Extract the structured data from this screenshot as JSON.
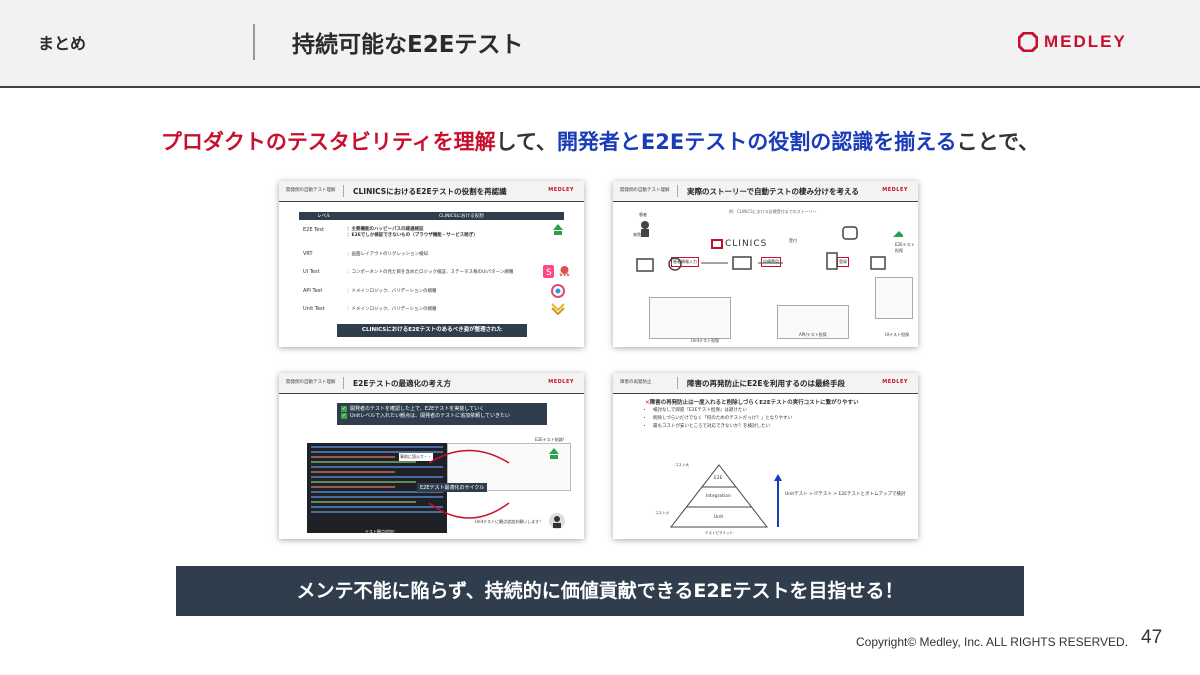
{
  "header": {
    "section": "まとめ",
    "title": "持続可能なE2Eテスト",
    "logo_text": "MEDLEY"
  },
  "headline": {
    "part1": "プロダクトのテスタビリティを理解",
    "part2": "して、",
    "part3": "開発者とE2Eテストの役割の認識を揃える",
    "part4": "ことで、"
  },
  "thumbnails": [
    {
      "section": "開発側の自動テスト理解",
      "title": "CLINICSにおけるE2Eテストの役割を再認識",
      "logo": "MEDLEY",
      "table_header": [
        "レベル",
        "CLINICSにおける役割"
      ],
      "rows": [
        {
          "level": "E2E Test",
          "desc": "：主要機能のハッピーパスの疎通検証\n：E2Eでしか検証できないもの（ブラウザ機能・サービス跨ぎ）"
        },
        {
          "level": "VRT",
          "desc": "：画面レイアウトのリグレッション検知"
        },
        {
          "level": "UI Test",
          "desc": "：コンポーネントの見た目を含めたロジック検証、ステータス毎のUIパターン網羅"
        },
        {
          "level": "API Test",
          "desc": "：ドメインロジック、バリデーションの網羅"
        },
        {
          "level": "Unit Test",
          "desc": "：ドメインロジック、バリデーションの網羅"
        }
      ],
      "banner": "CLINICSにおけるE2Eテストのあるべき姿が整理された"
    },
    {
      "section": "開発側の自動テスト理解",
      "title": "実際のストーリーで自動テストの棲み分けを考える",
      "logo": "MEDLEY",
      "subtitle": "例：CLINICSにおける診療受付までのストーリー",
      "product": "CLINICS",
      "labels": [
        "患者",
        "来院",
        "受付",
        "患者情報入力",
        "診療費用",
        "登録",
        "API/テスト担保",
        "UIテスト担保",
        "Unitテスト担保",
        "E2Eテスト担保"
      ]
    },
    {
      "section": "開発側の自動テスト理解",
      "title": "E2Eテストの最適化の考え方",
      "logo": "MEDLEY",
      "checks": [
        "開発者のテストを確認した上で、E2Eテストを実装していく",
        "Unitレベルで入れたい観点は、開発者のテストに追加依頼していきたい"
      ],
      "bubble1": "事前に読んで・・",
      "cycle": "E2Eテスト最適化のサイクル",
      "e2e_label": "E2Eテスト削減！",
      "unit_label": "Unitテストに観点追加お願いします！",
      "footer_label": "テスト観点追加！"
    },
    {
      "section": "障害の再発防止",
      "title": "障害の再発防止にE2Eを利用するのは最終手段",
      "logo": "MEDLEY",
      "lead": "障害の再発防止は一度入れると削除しづらくE2Eテストの実行コストに繋がりやすい",
      "bullets": [
        "検討なしで即座『E2Eテスト担保』は避けたい",
        "削除しづらいだけでなく「何のためのテストだっけ？」となりやすい",
        "最もコストが安いところで対応できないか？を検討したい"
      ],
      "pyramid": [
        "E2E",
        "Integration",
        "Unit"
      ],
      "axis_top": "コスト大",
      "axis_bottom": "コスト小",
      "axis_x": "テストピラミッド",
      "arrow_label": "Unitテスト > ITテスト > E2Eテストとボトムアップで検討"
    }
  ],
  "conclusion": "メンテ不能に陥らず、持続的に価値貢献できるE2Eテストを目指せる！",
  "footer": {
    "copyright": "Copyright© Medley, Inc. ALL RIGHTS RESERVED.",
    "page": "47"
  },
  "colors": {
    "accent_red": "#c8102e",
    "accent_blue": "#1a3cb8",
    "bar": "#2f3d4d"
  }
}
